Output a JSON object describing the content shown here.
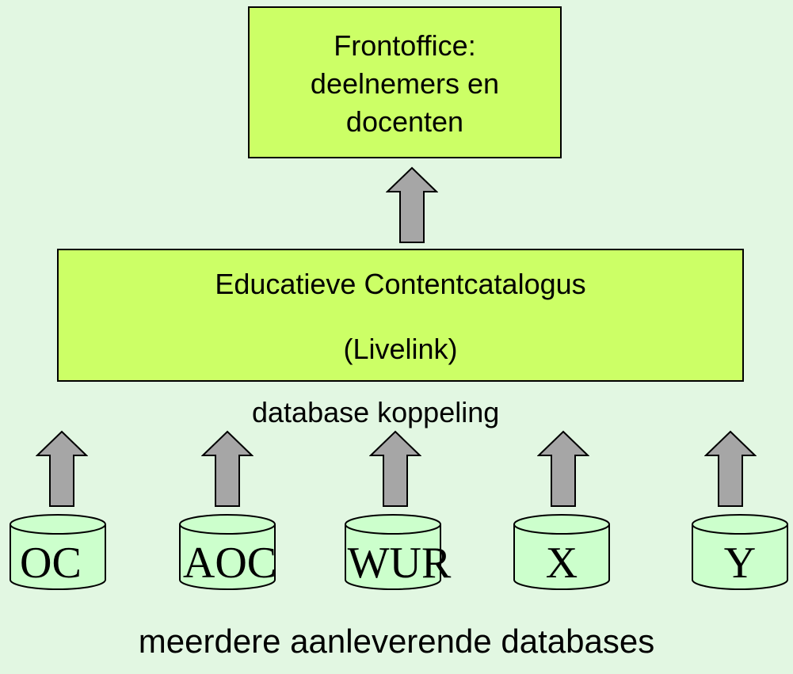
{
  "frontoffice": {
    "lines": [
      "Frontoffice:",
      "deelnemers en",
      "docenten"
    ]
  },
  "catalog": {
    "title": "Educatieve Contentcatalogus",
    "subtitle": "(Livelink)"
  },
  "link_label": "database koppeling",
  "databases": [
    {
      "label": "OC"
    },
    {
      "label": "AOC"
    },
    {
      "label": "WUR"
    },
    {
      "label": "X"
    },
    {
      "label": "Y"
    }
  ],
  "footer_caption": "meerdere aanleverende databases",
  "colors": {
    "background": "#e2f7e2",
    "box_fill": "#ccff66",
    "cylinder_fill": "#ccffcc",
    "arrow_fill": "#a6a6a6",
    "outline": "#000000"
  }
}
